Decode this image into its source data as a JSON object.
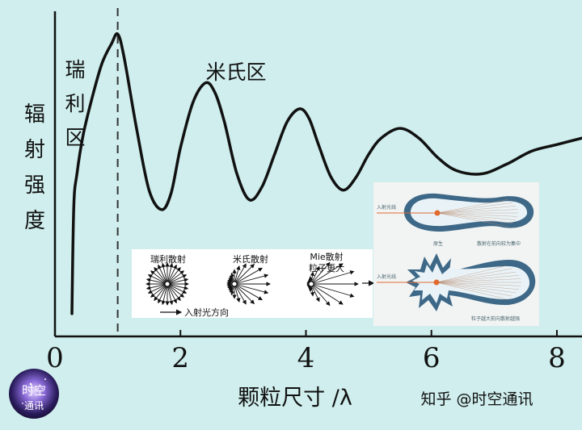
{
  "chart_data": {
    "type": "line",
    "title": "",
    "xlabel": "颗粒尺寸 /λ",
    "ylabel": "辐射强度",
    "xlim": [
      0,
      8.4
    ],
    "ylim": [
      0,
      1
    ],
    "x_ticks": [
      "0",
      "2",
      "4",
      "6",
      "8"
    ],
    "grid": false,
    "series": [
      {
        "x": [
          0.27,
          0.3,
          0.35,
          0.45,
          0.6,
          0.75,
          0.9,
          1.0,
          1.1,
          1.3,
          1.5,
          1.7,
          1.85,
          2.0,
          2.2,
          2.4,
          2.55,
          2.7,
          2.9,
          3.1,
          3.3,
          3.5,
          3.7,
          3.9,
          4.05,
          4.2,
          4.4,
          4.6,
          4.8,
          5.0,
          5.2,
          5.5,
          5.8,
          6.1,
          6.4,
          6.8,
          7.2,
          7.6,
          8.0,
          8.4
        ],
        "values": [
          0.07,
          0.4,
          0.5,
          0.62,
          0.74,
          0.84,
          0.9,
          0.93,
          0.86,
          0.64,
          0.45,
          0.39,
          0.44,
          0.58,
          0.72,
          0.78,
          0.75,
          0.66,
          0.5,
          0.42,
          0.46,
          0.56,
          0.66,
          0.7,
          0.67,
          0.59,
          0.49,
          0.45,
          0.49,
          0.56,
          0.61,
          0.64,
          0.61,
          0.55,
          0.51,
          0.5,
          0.53,
          0.57,
          0.59,
          0.61
        ]
      }
    ],
    "annotations": {
      "rayleigh_region": "瑞利区",
      "mie_region": "米氏区",
      "divider_x": 1.0
    }
  },
  "inset_left": {
    "rayleigh": "瑞利散射",
    "mie": "米氏散射",
    "mie_large_line1": "Mie散射",
    "mie_large_line2": "粒子更大",
    "direction": "入射光方向"
  },
  "inset_right": {
    "incident_top": "入射光线",
    "particle": "原生",
    "caption_top": "散射在前向较为集中",
    "incident_bottom": "入射光线",
    "caption_bottom": "粒子越大前向散射越强"
  },
  "logo": {
    "line1": "时空",
    "line2": "通讯"
  },
  "watermark": "知乎 @时空通讯",
  "colors": {
    "background": "#cfeeed",
    "curve": "#111111",
    "glow_outer": "#1f4f73",
    "glow_inner": "#e9f3f7",
    "particle": "#e06a30"
  }
}
